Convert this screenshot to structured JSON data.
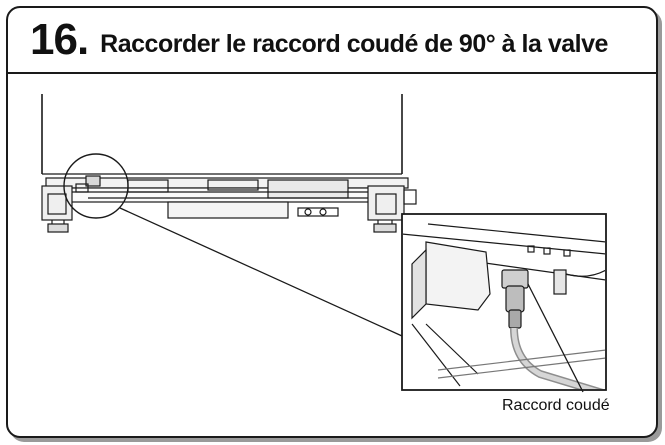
{
  "step": {
    "number": "16.",
    "title": "Raccorder le raccord coudé de 90° à la valve"
  },
  "figure": {
    "callout_label": "Raccord coudé"
  }
}
